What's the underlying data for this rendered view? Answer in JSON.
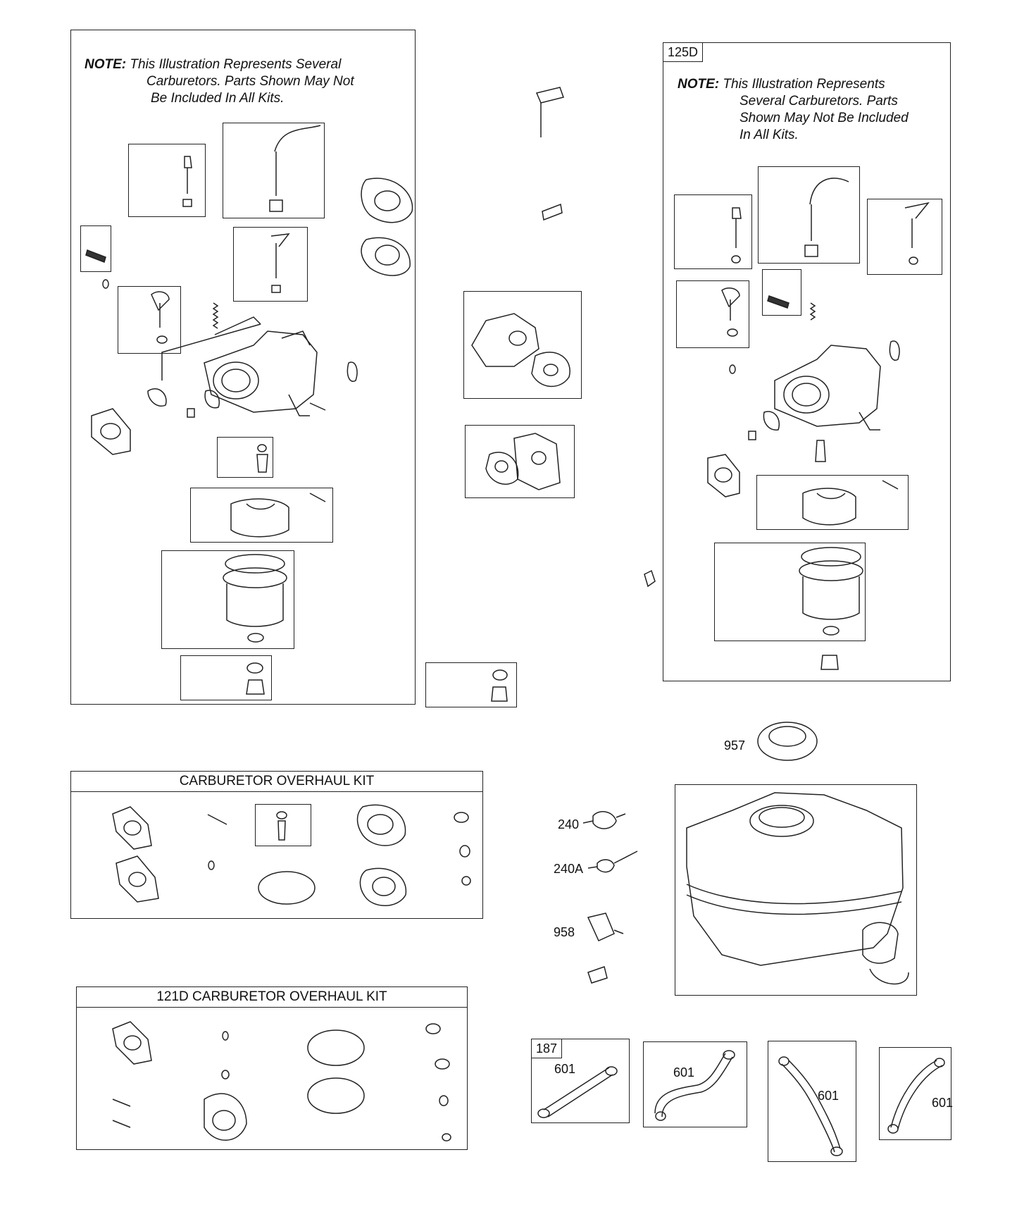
{
  "notes": {
    "prefix": "NOTE:",
    "left_line1": "This Illustration Represents Several",
    "left_line2": "Carburetors. Parts Shown May Not",
    "left_line3": "Be Included In All Kits.",
    "right_line1": "This Illustration Represents",
    "right_line2": "Several Carburetors. Parts",
    "right_line3": "Shown May Not Be Included",
    "right_line4": "In All Kits."
  },
  "panels": {
    "right_carb_tag": "125D",
    "kit1_title": "CARBURETOR OVERHAUL KIT",
    "kit2_title": "121D CARBURETOR OVERHAUL KIT",
    "hose_tag": "187"
  },
  "labels": {
    "cap": "957",
    "p240": "240",
    "p240a": "240A",
    "p958": "958",
    "hose1": "601",
    "hose2": "601",
    "hose3": "601",
    "hose4": "601"
  }
}
